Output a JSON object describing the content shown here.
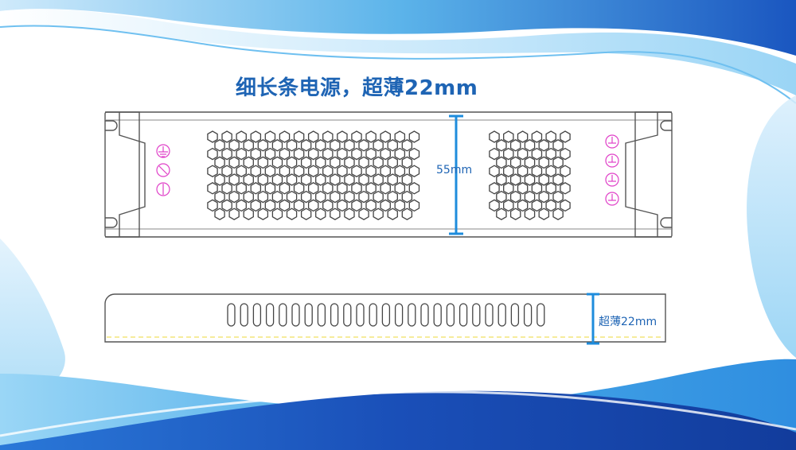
{
  "title": "细长条电源，超薄22mm",
  "dimensions": {
    "height_label": "55mm",
    "thickness_label": "超薄22mm"
  },
  "terminal_symbols": {
    "left": [
      "earth-ground-symbol",
      "terminal-symbol",
      "terminal-symbol"
    ],
    "right": [
      "terminal-symbol",
      "terminal-symbol",
      "terminal-symbol",
      "terminal-symbol"
    ]
  },
  "colors": {
    "title": "#1e64b4",
    "dimension_line": "#1e8cdc",
    "terminal_symbols": "#e040c8",
    "outline": "#555555",
    "wave_dark": "#1a4fb8",
    "wave_light": "#7cc8f0",
    "seam_dash": "#f0e060"
  }
}
